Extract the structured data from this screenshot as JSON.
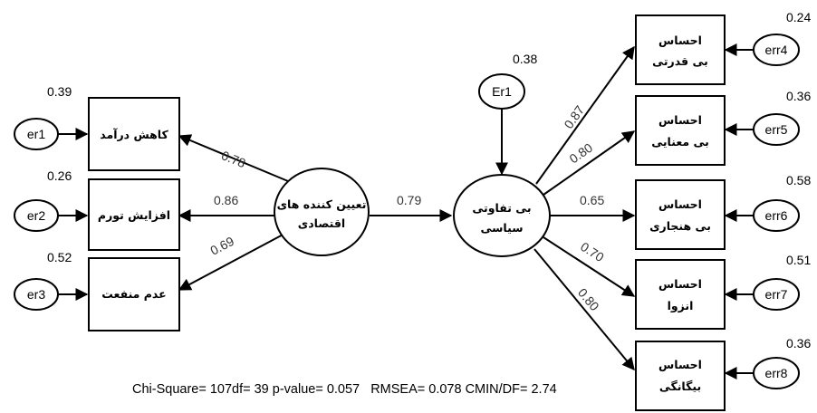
{
  "diagram": {
    "exogenous": {
      "name_line1": "تعیین کننده های",
      "name_line2": "اقتصادی"
    },
    "endogenous": {
      "name_line1": "بی تفاوتی",
      "name_line2": "سیاسی",
      "r2": "0.38",
      "error": "Er1"
    },
    "path_coefficient": "0.79",
    "left_indicators": [
      {
        "label": "کاهش درآمد",
        "error": "er1",
        "r2": "0.39",
        "loading": "0.78"
      },
      {
        "label": "افزایش تورم",
        "error": "er2",
        "r2": "0.26",
        "loading": "0.86"
      },
      {
        "label": "عدم منفعت",
        "error": "er3",
        "r2": "0.52",
        "loading": "0.69"
      }
    ],
    "right_indicators": [
      {
        "line1": "احساس",
        "line2": "بی قدرتی",
        "error": "err4",
        "r2": "0.24",
        "loading": "0.87"
      },
      {
        "line1": "احساس",
        "line2": "بی معنایی",
        "error": "err5",
        "r2": "0.36",
        "loading": "0.80"
      },
      {
        "line1": "احساس",
        "line2": "بی هنجاری",
        "error": "err6",
        "r2": "0.58",
        "loading": "0.65"
      },
      {
        "line1": "احساس",
        "line2": "انزوا",
        "error": "err7",
        "r2": "0.51",
        "loading": "0.70"
      },
      {
        "line1": "احساس",
        "line2": "بیگانگی",
        "error": "err8",
        "r2": "0.36",
        "loading": "0.80"
      }
    ],
    "fit_statistics": "Chi-Square= 107df= 39 p-value= 0.057   RMSEA= 0.078 CMIN/DF= 2.74"
  }
}
